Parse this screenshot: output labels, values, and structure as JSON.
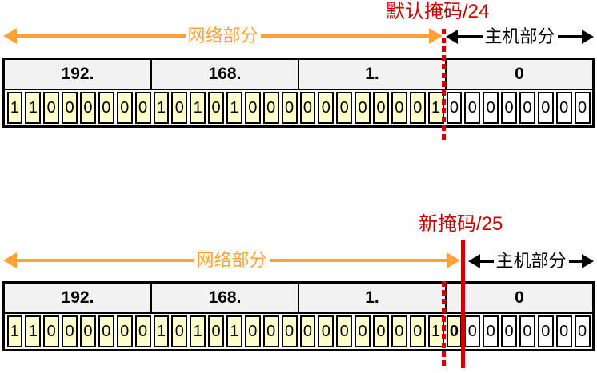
{
  "colors": {
    "boundary_red": "#cc0000",
    "network_orange": "#ffa338",
    "network_bit_fill": "#ffffcc",
    "host_bit_fill": "#ffffff",
    "octet_header_fill": "#f2f2f2"
  },
  "diagram_top": {
    "mask_label": "默认掩码/24",
    "network_label": "网络部分",
    "host_label": "主机部分",
    "octets": [
      "192.",
      "168.",
      "1.",
      "0"
    ],
    "bits": [
      "11000000",
      "10101000",
      "00000001",
      "00000000"
    ],
    "network_bits": 24,
    "bold_bit_index": -1,
    "boundary_lines": [
      "dotted at /24"
    ]
  },
  "diagram_bottom": {
    "mask_label": "新掩码/25",
    "network_label": "网络部分",
    "host_label": "主机部分",
    "octets": [
      "192.",
      "168.",
      "1.",
      "0"
    ],
    "bits": [
      "11000000",
      "10101000",
      "00000001",
      "00000000"
    ],
    "network_bits": 25,
    "bold_bit_index": 24,
    "boundary_lines": [
      "dotted at /24",
      "solid at /25"
    ]
  }
}
